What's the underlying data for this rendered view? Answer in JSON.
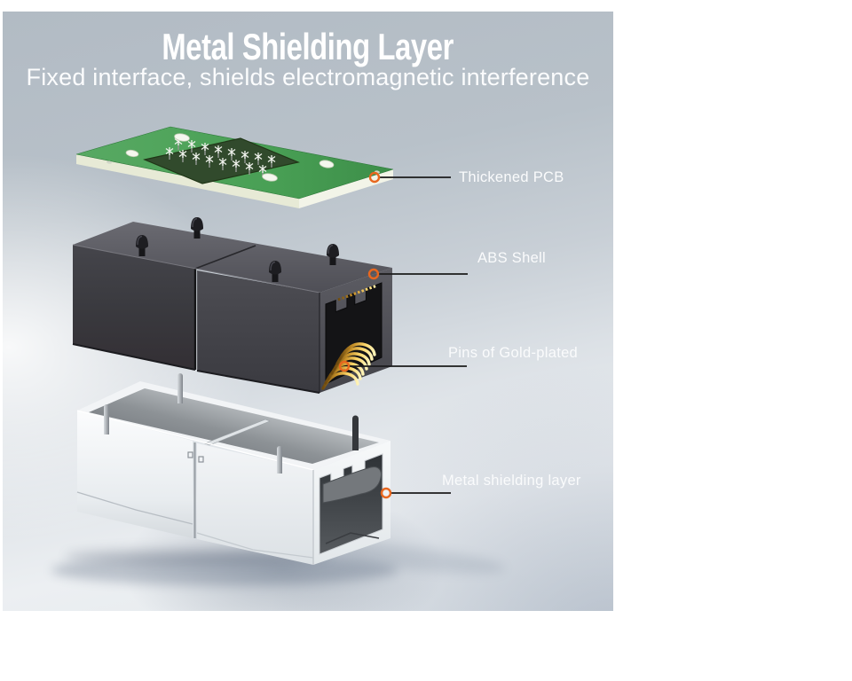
{
  "banner": {
    "title": "Metal Shielding Layer",
    "subtitle": "Fixed interface, shields electromagnetic interference"
  },
  "callouts": [
    {
      "label": "Thickened PCB"
    },
    {
      "label": "ABS Shell"
    },
    {
      "label": "Pins of Gold-plated"
    },
    {
      "label": "Metal shielding layer"
    }
  ],
  "colors": {
    "marker_accent": "#e8671f",
    "leader_line": "#1b1b1b",
    "text": "#ffffff",
    "pcb_green": "#4b9e57",
    "pcb_edge_cream": "#e9ecd9",
    "abs_shell_black": "#3f3f44",
    "gold_pins": "#e3a92f",
    "metal_shield_silver": "#eef1f3",
    "background_gray": "#b6bfc7"
  }
}
